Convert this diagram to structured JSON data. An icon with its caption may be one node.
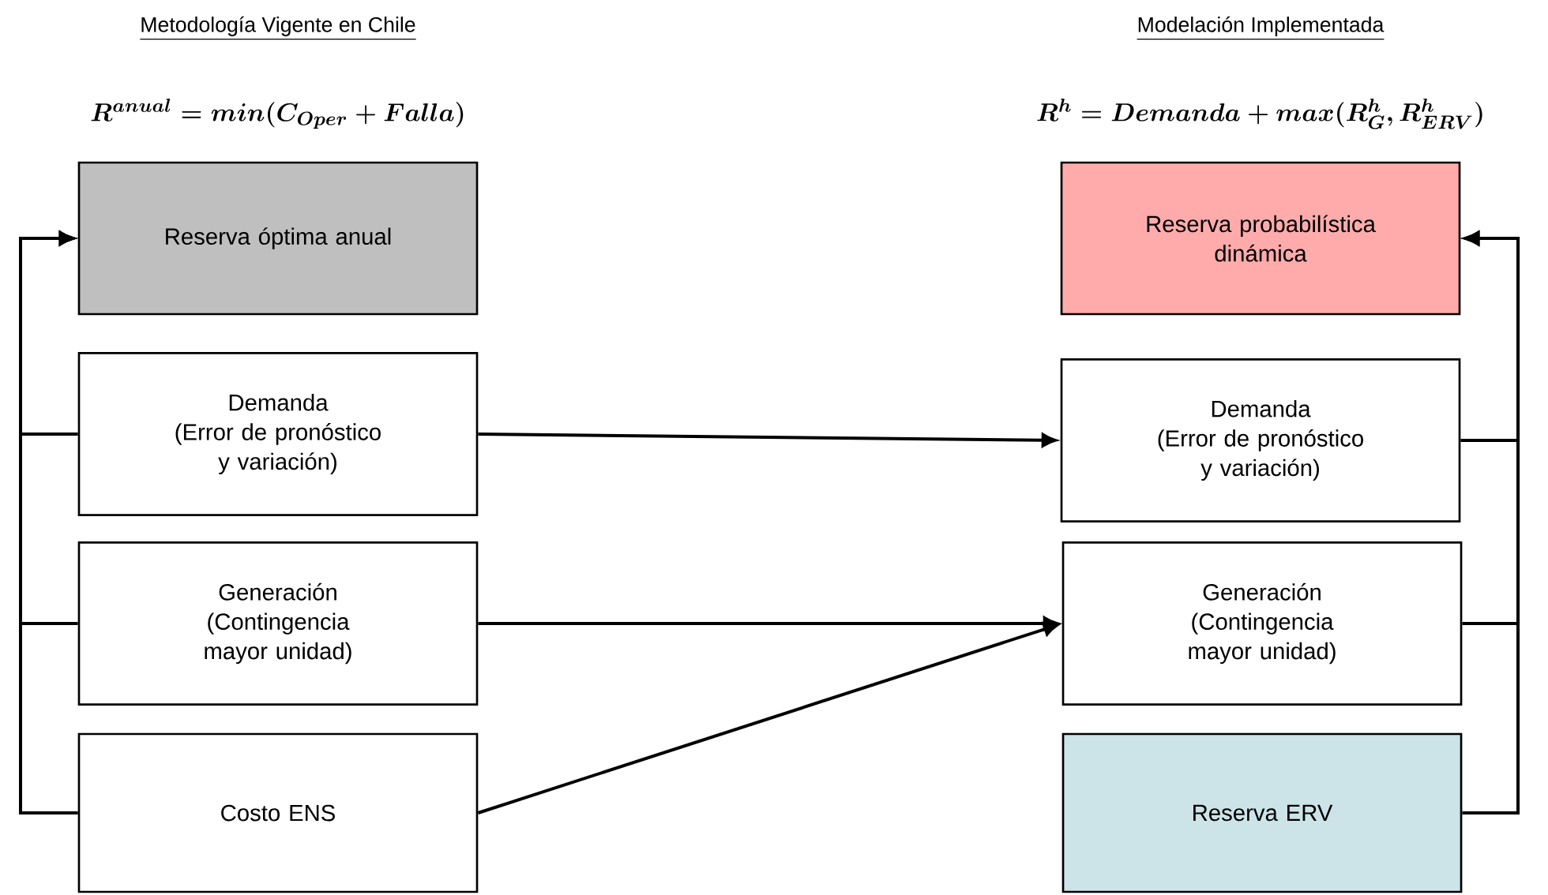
{
  "diagram": {
    "nodes": [
      {
        "text": [
          "Reserva óptima anual"
        ]
      },
      {
        "text": [
          "Demanda",
          "(Error de pronóstico y variación)"
        ]
      },
      {
        "text": [
          "Generación",
          "(Contingencia mayor unidad)"
        ]
      },
      {
        "text": [
          "Costo ENS"
        ]
      },
      {
        "text": [
          "Reserva probabilística dinámica"
        ]
      },
      {
        "text": [
          "Demanda",
          "(Error de pronóstico y variación)"
        ]
      },
      {
        "text": [
          "Generación",
          "(Contingencia mayor unidad)"
        ]
      },
      {
        "text": [
          "Reserva ERV"
        ]
      }
    ],
    "edges": [
      {
        "from": 1,
        "to": 0,
        "arrow": "to"
      },
      {
        "from": 2,
        "to": 0,
        "arrow": "to"
      },
      {
        "from": 3,
        "to": 0,
        "arrow": "to"
      },
      {
        "from": 1,
        "to": 5,
        "arrow": "to"
      },
      {
        "from": 2,
        "to": 6,
        "arrow": "to"
      },
      {
        "from": 3,
        "to": 6,
        "arrow": "to"
      },
      {
        "from": 5,
        "to": 4,
        "arrow": "to"
      },
      {
        "from": 6,
        "to": 4,
        "arrow": "to"
      },
      {
        "from": 7,
        "to": 4,
        "arrow": "to"
      }
    ],
    "labels": [
      "Metodología Vigente en Chile",
      "Modelación Implementada",
      "R^{anual} = min(C_{Oper} + Falla)",
      "R^{h} = Demanda + max(R_{G}^{h}, R_{ERV}^{h})"
    ]
  }
}
